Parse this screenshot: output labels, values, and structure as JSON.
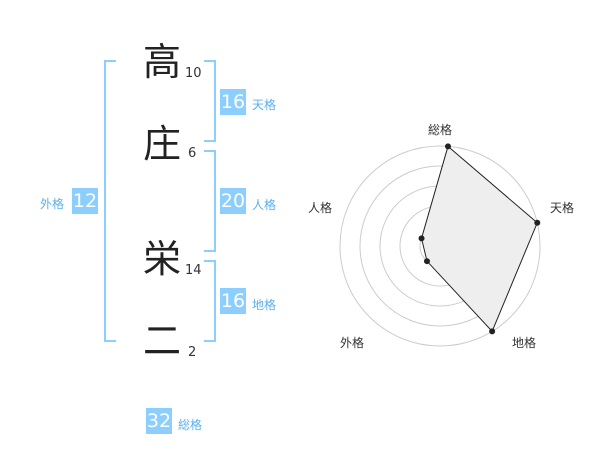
{
  "name": {
    "chars": [
      "高",
      "庄",
      "栄",
      "二"
    ],
    "strokes": [
      "10",
      "6",
      "14",
      "2"
    ]
  },
  "fortunes": {
    "ten": {
      "value": "16",
      "label": "天格"
    },
    "jin": {
      "value": "20",
      "label": "人格"
    },
    "chi": {
      "value": "16",
      "label": "地格"
    },
    "gai": {
      "value": "12",
      "label": "外格"
    },
    "so": {
      "value": "32",
      "label": "総格"
    }
  },
  "chart_data": {
    "type": "radar",
    "axes": [
      "総格",
      "天格",
      "地格",
      "外格",
      "人格"
    ],
    "values": [
      5,
      5,
      5,
      1,
      1
    ],
    "max": 5,
    "grid_levels": 5
  },
  "colors": {
    "accent": "#8ccfff",
    "fill": "#eeeeee",
    "line": "#222222"
  }
}
